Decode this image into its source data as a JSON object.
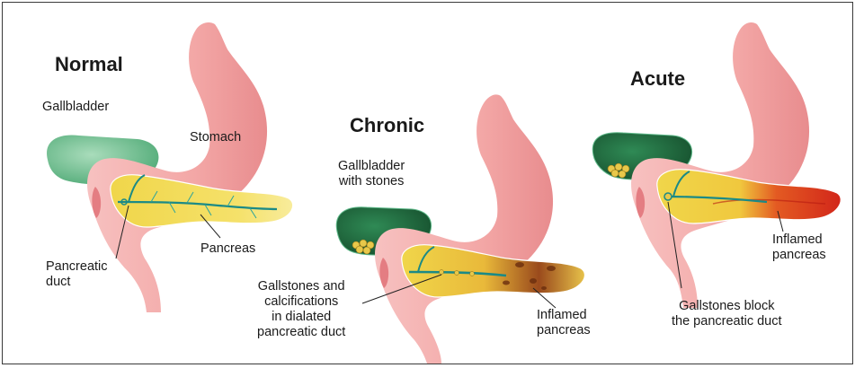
{
  "panels": {
    "normal": {
      "title": "Normal",
      "labels": {
        "gallbladder": "Gallbladder",
        "stomach": "Stomach",
        "pancreas": "Pancreas",
        "duct_1": "Pancreatic",
        "duct_2": "duct"
      }
    },
    "chronic": {
      "title": "Chronic",
      "labels": {
        "gallbladder_1": "Gallbladder",
        "gallbladder_2": "with stones",
        "gallstones_1": "Gallstones and",
        "gallstones_2": "calcifications",
        "gallstones_3": "in dialated",
        "gallstones_4": "pancreatic duct",
        "inflamed_1": "Inflamed",
        "inflamed_2": "pancreas"
      }
    },
    "acute": {
      "title": "Acute",
      "labels": {
        "inflamed_1": "Inflamed",
        "inflamed_2": "pancreas",
        "block_1": "Gallstones block",
        "block_2": "the pancreatic duct"
      }
    }
  },
  "colors": {
    "stomach": "#f3a7a6",
    "stomach_shade": "#e98a8c",
    "gallbladder_normal": "#6cbf8f",
    "gallbladder_dark": "#1f6b3e",
    "pancreas": "#f3dc4e",
    "inflamed": "#d83a1c",
    "duct": "#1b8a86",
    "stones": "#e8c84a"
  },
  "icons": [
    "stomach-illustration",
    "gallbladder-illustration",
    "pancreas-illustration",
    "pancreatic-duct-illustration"
  ]
}
